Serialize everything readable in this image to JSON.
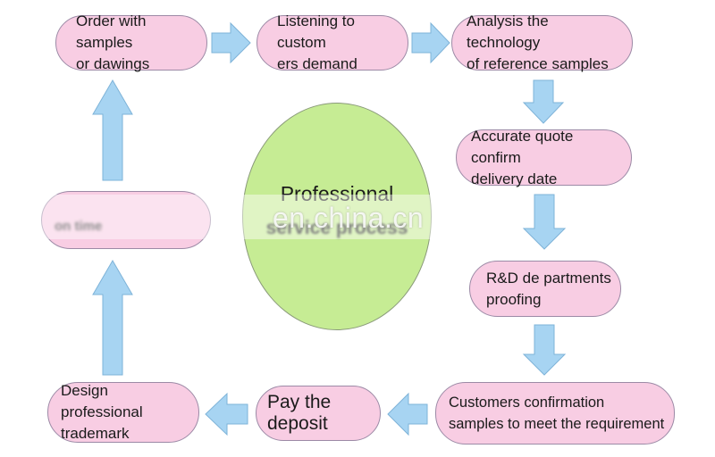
{
  "nodes": {
    "order": {
      "line1": "Order with samples",
      "line2": "or dawings"
    },
    "listen": {
      "line1": "Listening to custom",
      "line2": "ers demand"
    },
    "analysis": {
      "line1": "Analysis the technology",
      "line2": "of reference samples"
    },
    "quote": {
      "line1": "Accurate quote confirm",
      "line2": "delivery date"
    },
    "rnd": {
      "line1": "R&D de partments",
      "line2": "proofing"
    },
    "confirm": {
      "line1": "Customers confirmation",
      "line2": "samples to meet the requirement"
    },
    "deposit": {
      "line1": "Pay the deposit"
    },
    "design": {
      "line1": "Design professional",
      "line2": "trademark"
    },
    "ontime": {
      "line1": "on time"
    }
  },
  "center": {
    "line1": "Professional",
    "line2": "service process"
  },
  "watermark": "en.china.cn",
  "colors": {
    "node_fill": "#f8cde3",
    "ellipse_fill": "#c6ec94",
    "arrow_fill": "#a7d4f2"
  }
}
